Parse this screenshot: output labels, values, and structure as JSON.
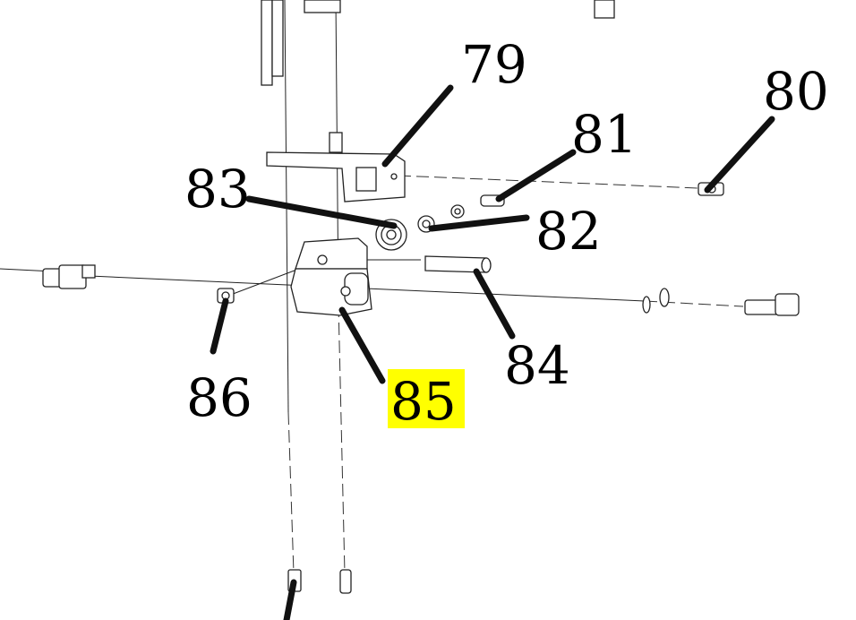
{
  "diagram": {
    "callouts": [
      {
        "id": "79",
        "label": "79",
        "highlighted": false
      },
      {
        "id": "80",
        "label": "80",
        "highlighted": false
      },
      {
        "id": "81",
        "label": "81",
        "highlighted": false
      },
      {
        "id": "82",
        "label": "82",
        "highlighted": false
      },
      {
        "id": "83",
        "label": "83",
        "highlighted": false
      },
      {
        "id": "84",
        "label": "84",
        "highlighted": false
      },
      {
        "id": "85",
        "label": "85",
        "highlighted": true
      },
      {
        "id": "86",
        "label": "86",
        "highlighted": false
      }
    ],
    "highlight_color": "#ffff00"
  }
}
